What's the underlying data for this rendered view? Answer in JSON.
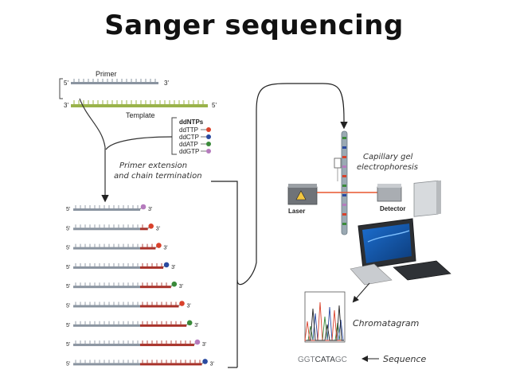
{
  "title": "Sanger sequencing",
  "primer": {
    "label": "Primer",
    "end5": "5'",
    "end3": "3'"
  },
  "template": {
    "label": "Template",
    "end3": "3'",
    "end5": "5'"
  },
  "ddntps": {
    "header": "ddNTPs",
    "items": [
      {
        "name": "ddTTP",
        "color": "#d9412b"
      },
      {
        "name": "ddCTP",
        "color": "#2a4aa0"
      },
      {
        "name": "ddATP",
        "color": "#3a8a3a"
      },
      {
        "name": "ddGTP",
        "color": "#b57bbd"
      }
    ]
  },
  "extension_label": [
    "Primer extension",
    "and chain termination"
  ],
  "fragments": {
    "end5": "5'",
    "end3": "3'",
    "tip_colors": [
      "#b57bbd",
      "#d9412b",
      "#d9412b",
      "#2a4aa0",
      "#3a8a3a",
      "#d9412b",
      "#3a8a3a",
      "#b57bbd",
      "#2a4aa0"
    ],
    "extension_units": [
      0,
      1,
      2,
      3,
      4,
      5,
      6,
      7,
      8
    ]
  },
  "capillary_label": [
    "Capillary gel",
    "electrophoresis"
  ],
  "laser_label": "Laser",
  "detector_label": "Detector",
  "chromatogram_label": "Chromatagram",
  "sequence": {
    "parts": [
      "GGT",
      "CATA",
      "GC"
    ],
    "label": "Sequence"
  },
  "colors": {
    "primer_strand": "#8a94a0",
    "template_strand": "#9ab34a",
    "extension": "#a8322a",
    "capillary": "#9aa9b3"
  }
}
